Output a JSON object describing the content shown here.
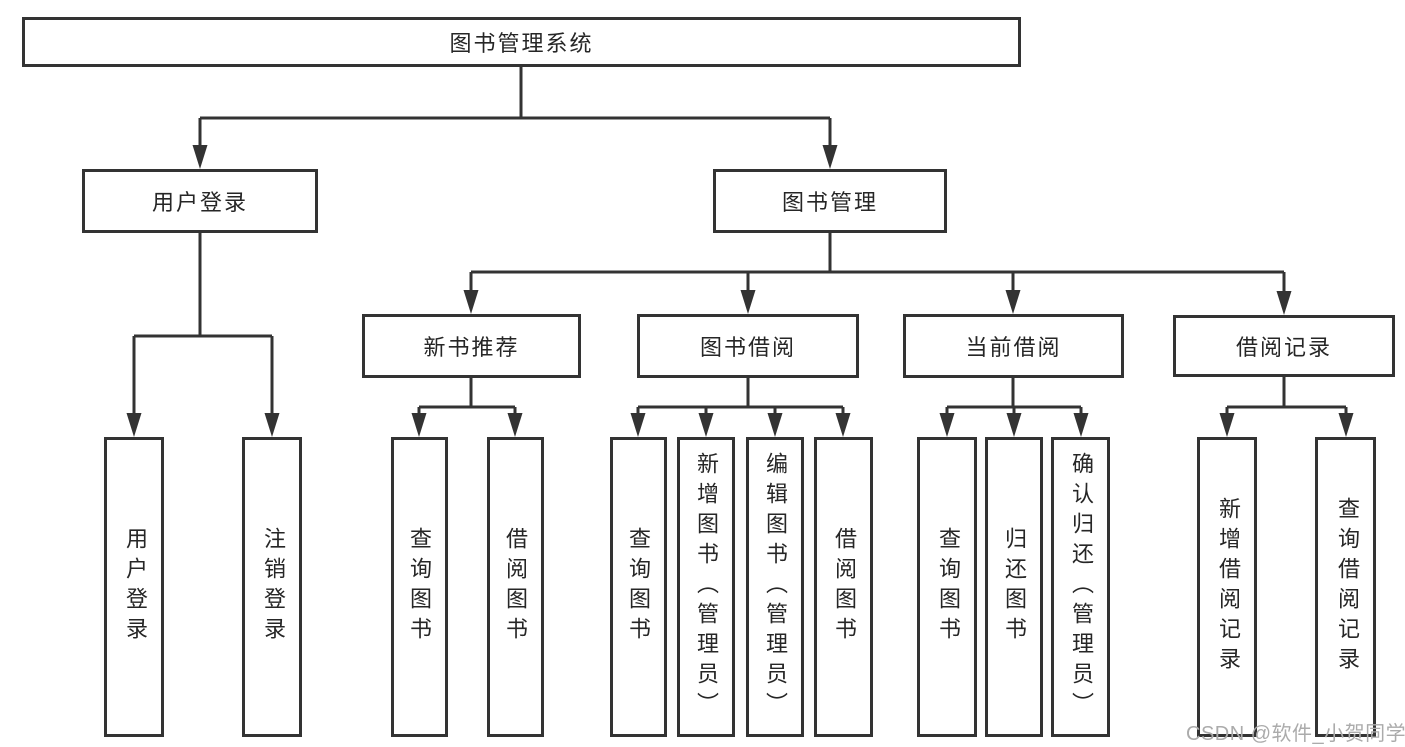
{
  "tree": {
    "label": "图书管理系统",
    "children": [
      {
        "label": "用户登录",
        "children": [
          {
            "label": "用户登录"
          },
          {
            "label": "注销登录"
          }
        ]
      },
      {
        "label": "图书管理",
        "children": [
          {
            "label": "新书推荐",
            "children": [
              {
                "label": "查询图书"
              },
              {
                "label": "借阅图书"
              }
            ]
          },
          {
            "label": "图书借阅",
            "children": [
              {
                "label": "查询图书"
              },
              {
                "label": "新增图书（管理员）"
              },
              {
                "label": "编辑图书（管理员）"
              },
              {
                "label": "借阅图书"
              }
            ]
          },
          {
            "label": "当前借阅",
            "children": [
              {
                "label": "查询图书"
              },
              {
                "label": "归还图书"
              },
              {
                "label": "确认归还（管理员）"
              }
            ]
          },
          {
            "label": "借阅记录",
            "children": [
              {
                "label": "新增借阅记录"
              },
              {
                "label": "查询借阅记录"
              }
            ]
          }
        ]
      }
    ]
  },
  "watermark": {
    "text": "CSDN @软件_小贺同学",
    "color": "#ababab"
  },
  "colors": {
    "line": "#333333",
    "text": "#262626",
    "background": "#ffffff"
  }
}
